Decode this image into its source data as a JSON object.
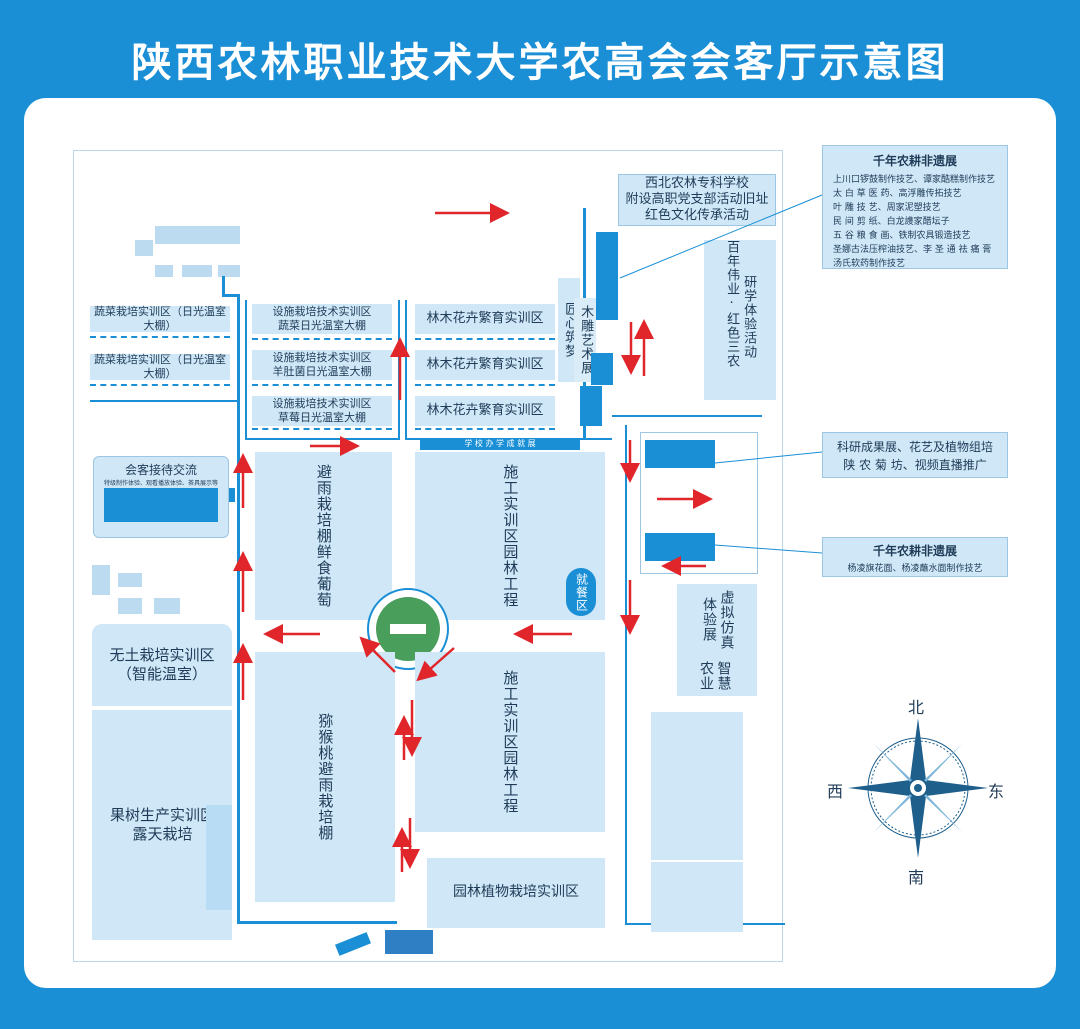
{
  "title": "陕西农林职业技术大学农高会会客厅示意图",
  "colors": {
    "frame": "#1a8fd6",
    "zone": "#cfe7f7",
    "road": "#1a8fd6",
    "arrow": "#e0262b",
    "roundabout": "#4a9e5c",
    "compass": "#1e5f8c"
  },
  "zones": {
    "vegetable_1": "蔬菜栽培实训区（日光温室大棚）",
    "vegetable_2": "蔬菜栽培实训区（日光温室大棚）",
    "facility_1": "设施栽培技术实训区\n蔬菜日光温室大棚",
    "facility_2": "设施栽培技术实训区\n羊肚菌日光温室大棚",
    "facility_3": "设施栽培技术实训区\n草莓日光温室大棚",
    "forest_1": "林木花卉繁育实训区",
    "forest_2": "林木花卉繁育实训区",
    "forest_3": "林木花卉繁育实训区",
    "northwest_school": "西北农林专科学校\n附设高职党支部活动旧址\n红色文化传承活动",
    "craftsman": "匠心筑梦",
    "wood_art": "木雕艺术展",
    "centennial": "百年伟业·红色三农",
    "research": "研学体验活动",
    "campus_strip": "学 校 办 学 成 就 展",
    "reception": "会客接待交流",
    "reception_sub": "特级制作体验、观看播放体验、茶具展示等",
    "grape": "避雨栽培棚鲜食葡萄",
    "garden_1": "施工实训区园林工程",
    "dining": "就餐区",
    "soilless": "无土栽培实训区\n（智能温室）",
    "fruit": "果树生产实训区\n露天栽培",
    "kiwi": "猕猴桃避雨栽培棚",
    "garden_2": "施工实训区园林工程",
    "garden_plant": "园林植物栽培实训区",
    "virtual": "虚拟仿真体验展",
    "smart_ag": "智慧农业"
  },
  "panels": {
    "heritage_1": {
      "title": "千年农耕非遗展",
      "lines": "上川口锣鼓制作技艺、谭家酷糕制作技艺\n太 白 草 医 药、高浮雕传拓技艺\n叶 雕 技 艺、周家泥塑技艺\n民 间 剪 纸、白龙謢家醋坛子\n五 谷 粮 食 画、铁制农具锻造技艺\n圣娜古法压榨油技艺、李 圣 通 祛 痛 膏\n汤氏软药制作技艺"
    },
    "research_results": "科研成果展、花艺及植物组培\n陕 农 菊 坊、视频直播推广",
    "heritage_2": {
      "title": "千年农耕非遗展",
      "lines": "杨凌旗花面、杨凌蘸水面制作技艺"
    }
  },
  "compass": {
    "north": "北",
    "south": "南",
    "east": "东",
    "west": "西"
  }
}
